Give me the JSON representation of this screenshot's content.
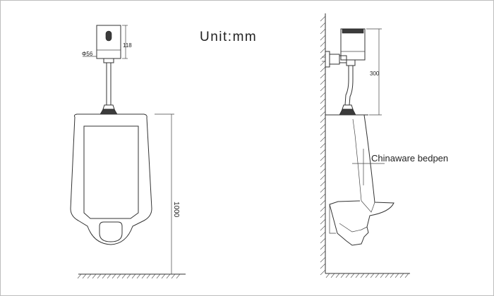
{
  "unit_label": "Unit:mm",
  "front_view": {
    "dim_diameter": "Φ56",
    "dim_sensor_height": "118",
    "dim_overall_height": "1000"
  },
  "side_view": {
    "dim_pipe_height": "300",
    "material_label": "Chinaware bedpen"
  }
}
